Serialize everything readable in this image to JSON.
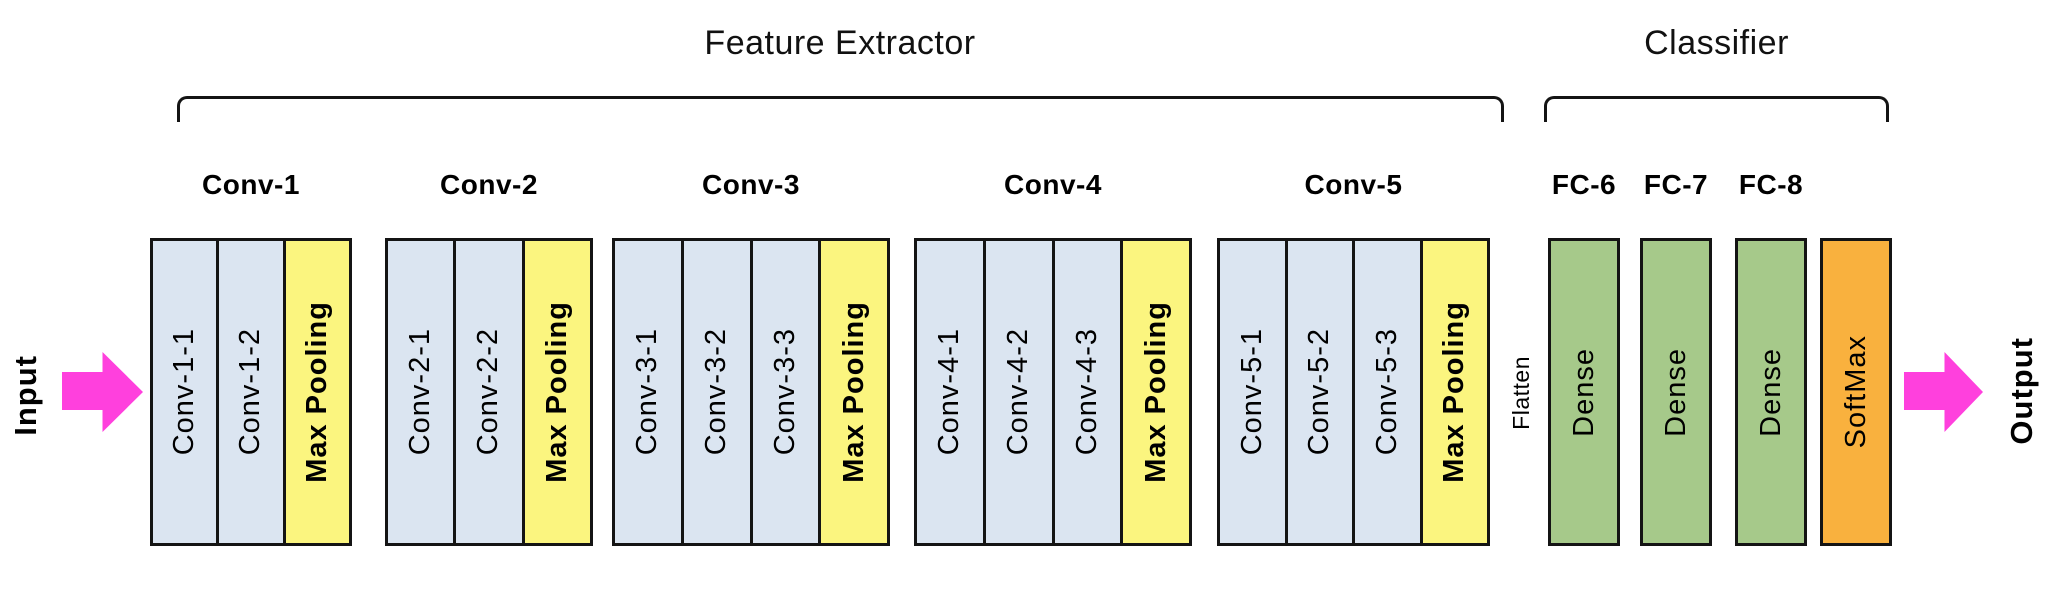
{
  "sections": {
    "feature_extractor": {
      "label": "Feature Extractor"
    },
    "classifier": {
      "label": "Classifier"
    }
  },
  "io": {
    "input": "Input",
    "output": "Output",
    "flatten": "Flatten"
  },
  "conv_groups": [
    {
      "name": "Conv-1",
      "conv_layers": [
        "Conv-1-1",
        "Conv-1-2"
      ],
      "pooling": "Max Pooling"
    },
    {
      "name": "Conv-2",
      "conv_layers": [
        "Conv-2-1",
        "Conv-2-2"
      ],
      "pooling": "Max Pooling"
    },
    {
      "name": "Conv-3",
      "conv_layers": [
        "Conv-3-1",
        "Conv-3-2",
        "Conv-3-3"
      ],
      "pooling": "Max Pooling"
    },
    {
      "name": "Conv-4",
      "conv_layers": [
        "Conv-4-1",
        "Conv-4-2",
        "Conv-4-3"
      ],
      "pooling": "Max Pooling"
    },
    {
      "name": "Conv-5",
      "conv_layers": [
        "Conv-5-1",
        "Conv-5-2",
        "Conv-5-3"
      ],
      "pooling": "Max Pooling"
    }
  ],
  "fc_layers": [
    {
      "name": "FC-6",
      "label": "Dense"
    },
    {
      "name": "FC-7",
      "label": "Dense"
    },
    {
      "name": "FC-8",
      "label": "Dense"
    }
  ],
  "output_layer": {
    "label": "SoftMax"
  },
  "colors": {
    "conv_layer": "#dbe5f1",
    "max_pooling": "#fbf57f",
    "dense": "#a6c98a",
    "softmax": "#f9b13e",
    "arrow": "#ff40dd",
    "border": "#141414"
  }
}
